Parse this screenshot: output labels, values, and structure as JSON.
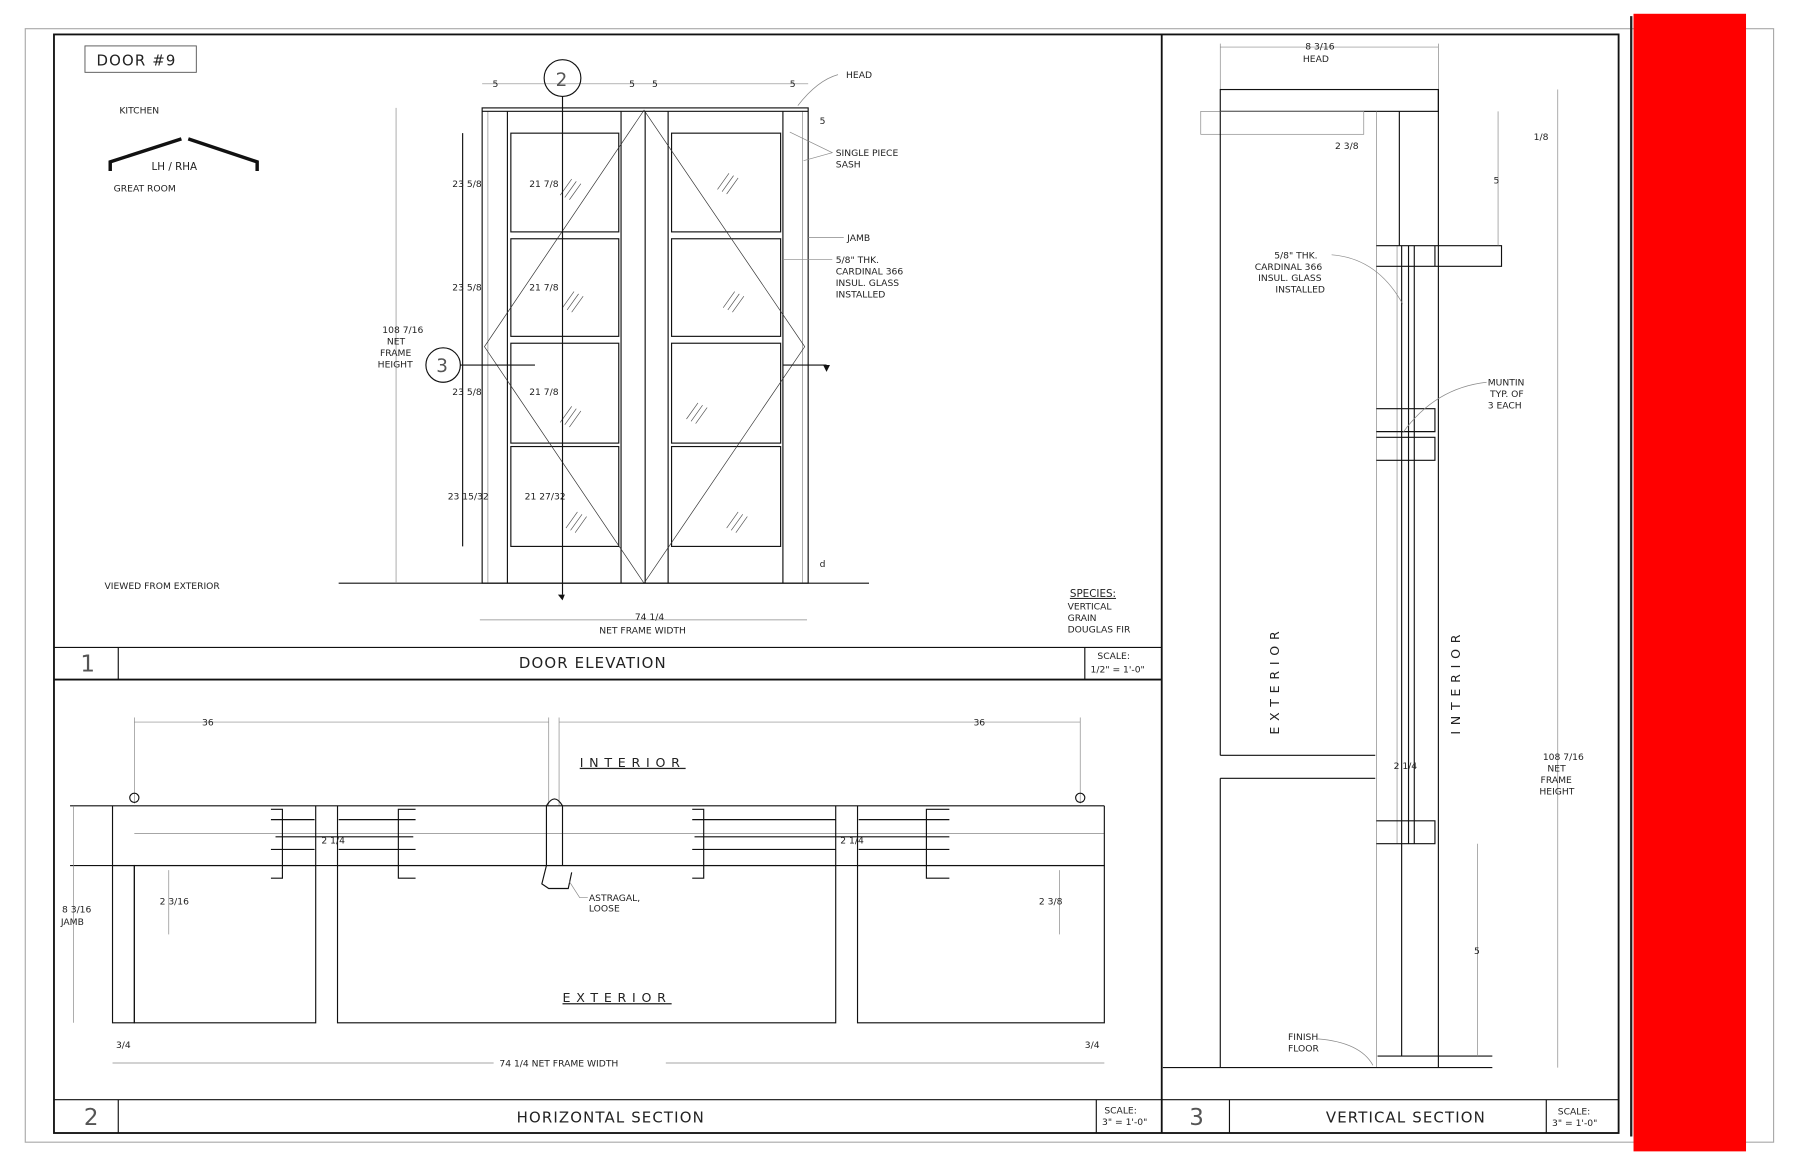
{
  "colors": {
    "accent_bar": "#ff0000",
    "line": "#111111",
    "paper": "#ffffff"
  },
  "elevation": {
    "door_tag": "DOOR #9",
    "room_top": "KITCHEN",
    "hand": "LH / RHA",
    "room_bottom": "GREAT ROOM",
    "viewed": "VIEWED FROM EXTERIOR",
    "section_marker_2": "2",
    "section_marker_3": "3",
    "dims_top": [
      "5",
      "5",
      "5",
      "5"
    ],
    "dim_right_top": "5",
    "dim_right_bottom": "d",
    "row_heights": [
      "23 5/8",
      "23 5/8",
      "23 5/8",
      "23 15/32"
    ],
    "glass_heights": [
      "21 7/8",
      "21 7/8",
      "21 7/8",
      "21 27/32"
    ],
    "height_value": "108 7/16",
    "height_label": [
      "NET",
      "FRAME",
      "HEIGHT"
    ],
    "width_value": "74 1/4",
    "width_label": "NET FRAME WIDTH",
    "callout_head": "HEAD",
    "callout_sash": [
      "SINGLE PIECE",
      "SASH"
    ],
    "callout_jamb": "JAMB",
    "callout_glass": [
      "5/8\" THK.",
      "CARDINAL 366",
      "INSUL. GLASS",
      "INSTALLED"
    ],
    "species_title": "SPECIES:",
    "species": [
      "VERTICAL",
      "GRAIN",
      "DOUGLAS FIR"
    ],
    "title_number": "1",
    "title": "DOOR ELEVATION",
    "scale_label": "SCALE:",
    "scale_value": "1/2\" = 1'-0\""
  },
  "horizontal": {
    "dim_left": "36",
    "dim_right": "36",
    "interior": "INTERIOR",
    "exterior": "EXTERIOR",
    "glass_dim_left": "2 1/4",
    "glass_dim_right": "2 1/4",
    "jamb_value": "8 3/16",
    "jamb_label": "JAMB",
    "stop_left": "2 3/16",
    "stop_right": "2 3/8",
    "astragal": [
      "ASTRAGAL,",
      "LOOSE"
    ],
    "reveal_left": "3/4",
    "reveal_right": "3/4",
    "width": "74 1/4 NET FRAME WIDTH",
    "title_number": "2",
    "title": "HORIZONTAL SECTION",
    "scale_label": "SCALE:",
    "scale_value": "3\" = 1'-0\""
  },
  "vertical": {
    "head_value": "8 3/16",
    "head_label": "HEAD",
    "dim_stop": "2 3/8",
    "dim_eighth": "1/8",
    "dim_five_top": "5",
    "dim_five_bottom": "5",
    "dim_muntin": "2 1/4",
    "callout_glass": [
      "5/8\" THK.",
      "CARDINAL 366",
      "INSUL. GLASS",
      "INSTALLED"
    ],
    "callout_muntin": [
      "MUNTIN",
      "TYP. OF",
      "3 EACH"
    ],
    "exterior": "EXTERIOR",
    "interior": "INTERIOR",
    "height_value": "108 7/16",
    "height_label": [
      "NET",
      "FRAME",
      "HEIGHT"
    ],
    "finish_floor": [
      "FINISH",
      "FLOOR"
    ],
    "title_number": "3",
    "title": "VERTICAL SECTION",
    "scale_label": "SCALE:",
    "scale_value": "3\" = 1'-0\""
  }
}
